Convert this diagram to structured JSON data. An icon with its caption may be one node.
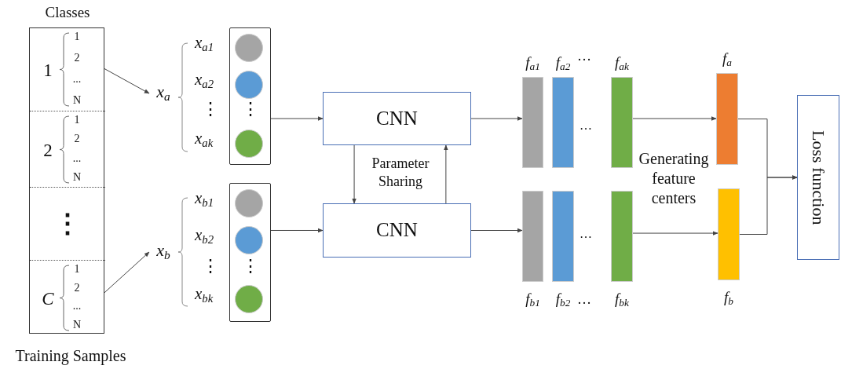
{
  "diagram": {
    "nodes": [
      {
        "text": [
          "Classes"
        ],
        "beside": [
          "Training Samples"
        ]
      },
      {
        "text": [
          "1",
          "1",
          "2",
          "...",
          "N"
        ],
        "in": 0
      },
      {
        "text": [
          "2",
          "1",
          "2",
          "...",
          "N"
        ],
        "in": 0
      },
      {
        "text": [
          "⋮"
        ],
        "in": 0
      },
      {
        "text": [
          "C",
          "1",
          "2",
          "...",
          "N"
        ],
        "in": 0
      },
      {
        "text": [
          "x$_{a}$"
        ]
      },
      {
        "text": [],
        "shape": "box"
      },
      {
        "text": [],
        "shape": "circle",
        "in": 6,
        "beside": [
          "x$_{a1}$"
        ]
      },
      {
        "text": [],
        "shape": "circle",
        "in": 6,
        "beside": [
          "x$_{a2}$"
        ]
      },
      {
        "text": [],
        "shape": "circle",
        "in": 6,
        "beside": [
          "x$_{ak}$"
        ]
      },
      {
        "text": [
          "x$_{b}$"
        ]
      },
      {
        "text": [],
        "shape": "box"
      },
      {
        "text": [],
        "shape": "circle",
        "in": 11,
        "beside": [
          "x$_{b1}$"
        ]
      },
      {
        "text": [],
        "shape": "circle",
        "in": 11,
        "beside": [
          "x$_{b2}$"
        ]
      },
      {
        "text": [],
        "shape": "circle",
        "in": 11,
        "beside": [
          "x$_{bk}$"
        ]
      },
      {
        "text": [
          "CNN"
        ]
      },
      {
        "text": [
          "CNN"
        ]
      },
      {
        "text": [],
        "shape": "bar",
        "beside": [
          "f$_{a1}$"
        ]
      },
      {
        "text": [],
        "shape": "bar",
        "beside": [
          "f$_{a2}$"
        ]
      },
      {
        "text": [],
        "shape": "bar",
        "beside": [
          "f$_{ak}$"
        ]
      },
      {
        "text": [],
        "shape": "bar",
        "beside": [
          "f$_{b1}$"
        ]
      },
      {
        "text": [],
        "shape": "bar",
        "beside": [
          "f$_{b2}$"
        ]
      },
      {
        "text": [],
        "shape": "bar",
        "beside": [
          "f$_{bk}$"
        ]
      },
      {
        "text": [],
        "shape": "bar",
        "beside": [
          "f$_{a}$"
        ]
      },
      {
        "text": [],
        "shape": "bar",
        "beside": [
          "f$_{b}$"
        ]
      },
      {
        "text": [
          "Loss function"
        ]
      }
    ],
    "edges": [
      {
        "from": 1,
        "to": 5,
        "arrow": "to"
      },
      {
        "from": 4,
        "to": 10,
        "arrow": "to"
      },
      {
        "from": 6,
        "to": 15,
        "arrow": "to"
      },
      {
        "from": 11,
        "to": 16,
        "arrow": "to"
      },
      {
        "from": 15,
        "to": 16,
        "arrow": "to"
      },
      {
        "from": 16,
        "to": 15,
        "arrow": "to"
      },
      {
        "from": 15,
        "to": 17,
        "arrow": "to"
      },
      {
        "from": 16,
        "to": 20,
        "arrow": "to"
      },
      {
        "from": 19,
        "to": 23,
        "arrow": "to"
      },
      {
        "from": 22,
        "to": 24,
        "arrow": "to"
      },
      {
        "from": 23,
        "to": 25,
        "arrow": "to"
      },
      {
        "from": 24,
        "to": 25,
        "arrow": "to"
      }
    ],
    "labels": [
      "⋮",
      "⋮",
      "⋮",
      "⋮",
      "…",
      "…",
      "…",
      "…",
      "Parameter Sharing",
      "Generating feature centers"
    ]
  }
}
